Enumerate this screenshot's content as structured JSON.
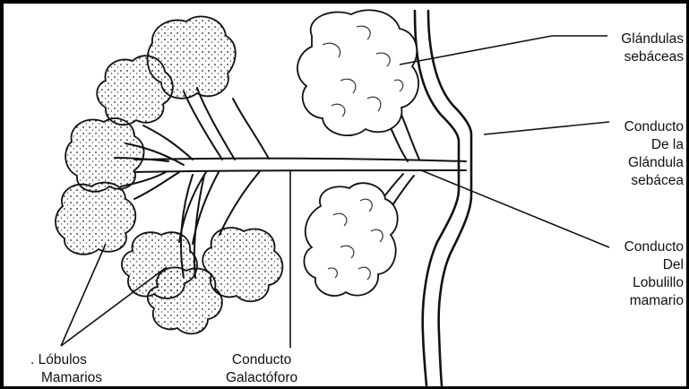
{
  "labels": {
    "glandulas_sebaceas": [
      "Glándulas",
      "sebáceas"
    ],
    "conducto_glandula": [
      "Conducto",
      "De la",
      "Glándula",
      "sebácea"
    ],
    "conducto_lobulillo": [
      "Conducto",
      "Del",
      "Lobulillo",
      "mamario"
    ],
    "lobulos_mamarios": [
      ". Lóbulos",
      "Mamarios"
    ],
    "conducto_galactoforo": [
      "Conducto",
      "Galactóforo"
    ]
  }
}
